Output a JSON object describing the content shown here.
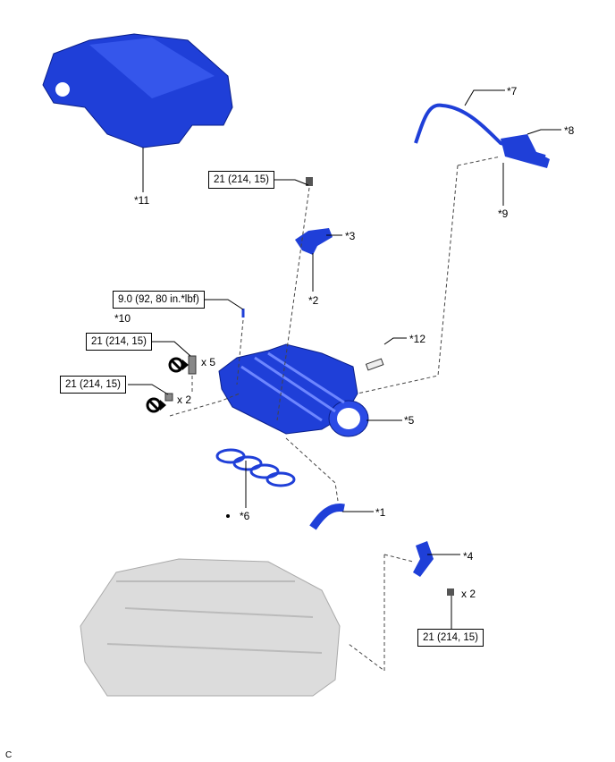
{
  "diagram": {
    "labels": {
      "p1": "*1",
      "p2": "*2",
      "p3": "*3",
      "p4": "*4",
      "p5": "*5",
      "p6": "*6",
      "p7": "*7",
      "p8": "*8",
      "p9": "*9",
      "p10": "*10",
      "p11": "*11",
      "p12": "*12"
    },
    "torques": {
      "top_bolt": "21 (214, 15)",
      "small_bolt": "9.0 (92, 80 in.*lbf)",
      "bolt_x5": "21 (214, 15)",
      "bolt_x2": "21 (214, 15)",
      "bracket_bolt": "21 (214, 15)"
    },
    "quantities": {
      "x5": "x 5",
      "x2_left": "x 2",
      "x2_right": "x 2"
    },
    "footer_code": "C",
    "colors": {
      "part_blue": "#1f3fd8",
      "engine_gray": "#d9d9d9"
    }
  }
}
